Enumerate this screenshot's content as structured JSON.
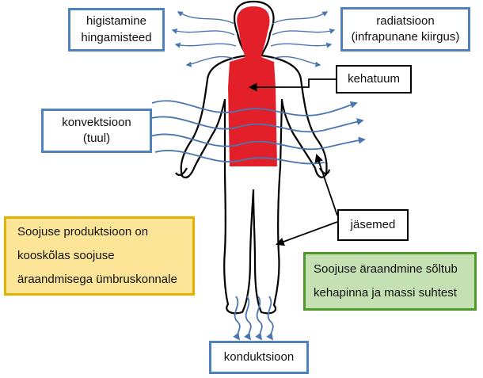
{
  "labels": {
    "breathing": [
      "higistamine",
      "hingamisteed"
    ],
    "radiation": [
      "radiatsioon",
      "(infrapunane kiirgus)"
    ],
    "core": "kehatuum",
    "convection": [
      "konvektsioon",
      "(tuul)"
    ],
    "limbs": "jäsemed",
    "heat_production": [
      "Soojuse produktsioon on",
      "kooskõlas soojuse",
      "äraandmisega ümbruskonnale"
    ],
    "heat_loss": [
      "Soojuse äraandmine sõltub",
      "kehapinna ja massi suhtest"
    ],
    "conduction": "konduktsioon"
  },
  "colors": {
    "core_red": "#e3202a",
    "arrow_blue": "#4a76b0",
    "box_blue": "#4f81bd",
    "yellow_fill": "#fde598",
    "yellow_border": "#e5b000",
    "green_fill": "#c5e0b3",
    "green_border": "#4e9a28"
  }
}
